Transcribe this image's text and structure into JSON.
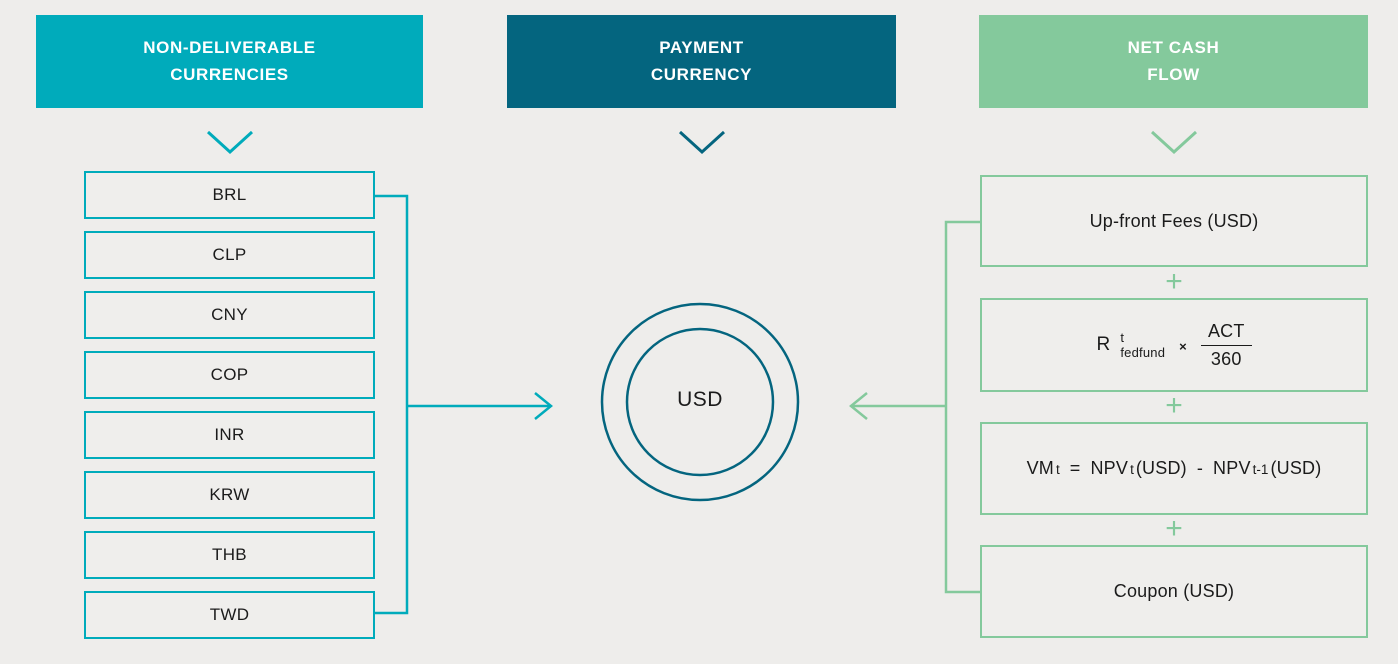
{
  "page": {
    "background": "#EEEDEB"
  },
  "colors": {
    "teal": "#00ABBB",
    "dark_teal": "#04657F",
    "green": "#84C99C",
    "text": "#1B1B1B"
  },
  "left": {
    "header_line1": "NON-DELIVERABLE",
    "header_line2": "CURRENCIES",
    "currencies": [
      "BRL",
      "CLP",
      "CNY",
      "COP",
      "INR",
      "KRW",
      "THB",
      "TWD"
    ]
  },
  "center": {
    "header_line1": "PAYMENT",
    "header_line2": "CURRENCY",
    "currency": "USD"
  },
  "right": {
    "header_line1": "NET CASH",
    "header_line2": "FLOW",
    "plus": "+",
    "box1": "Up-front Fees (USD)",
    "rate_formula": {
      "base": "R",
      "sup": "t",
      "sub": "fedfund",
      "times": "×",
      "numerator": "ACT",
      "denominator": "360"
    },
    "vm_formula": {
      "vm": "VM",
      "vm_sub": "t",
      "equals": "=",
      "npv_a": "NPV",
      "npv_a_sub": "t",
      "npv_a_paren": "(USD)",
      "minus": "-",
      "npv_b": "NPV",
      "npv_b_sub": "t-1",
      "npv_b_paren": "(USD)"
    },
    "box4": "Coupon (USD)"
  }
}
